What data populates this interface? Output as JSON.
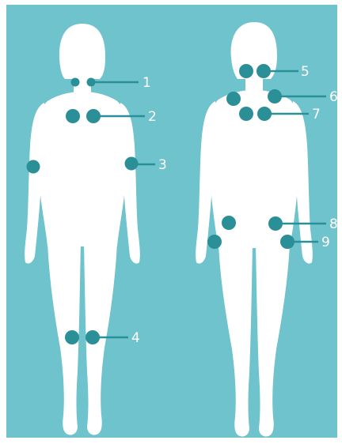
{
  "colors": {
    "background": "#6fc3cd",
    "body_fill": "#ffffff",
    "marker": "#2a8f97",
    "label_text": "#ffffff"
  },
  "figures": [
    {
      "name": "front-view",
      "description_key": "front"
    },
    {
      "name": "back-view",
      "description_key": "back"
    }
  ],
  "points": [
    {
      "num": "1"
    },
    {
      "num": "2"
    },
    {
      "num": "3"
    },
    {
      "num": "4"
    },
    {
      "num": "5"
    },
    {
      "num": "6"
    },
    {
      "num": "7"
    },
    {
      "num": "8"
    },
    {
      "num": "9"
    }
  ]
}
